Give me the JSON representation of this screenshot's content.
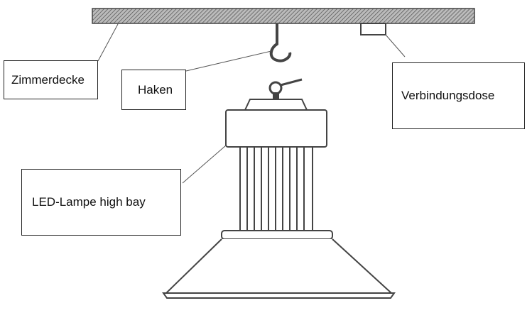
{
  "labels": {
    "ceiling": "Zimmerdecke",
    "hook": "Haken",
    "junction_box": "Verbindungsdose",
    "lamp": "LED-Lampe high bay"
  },
  "colors": {
    "line": "#333333",
    "hatch": "#777777"
  }
}
